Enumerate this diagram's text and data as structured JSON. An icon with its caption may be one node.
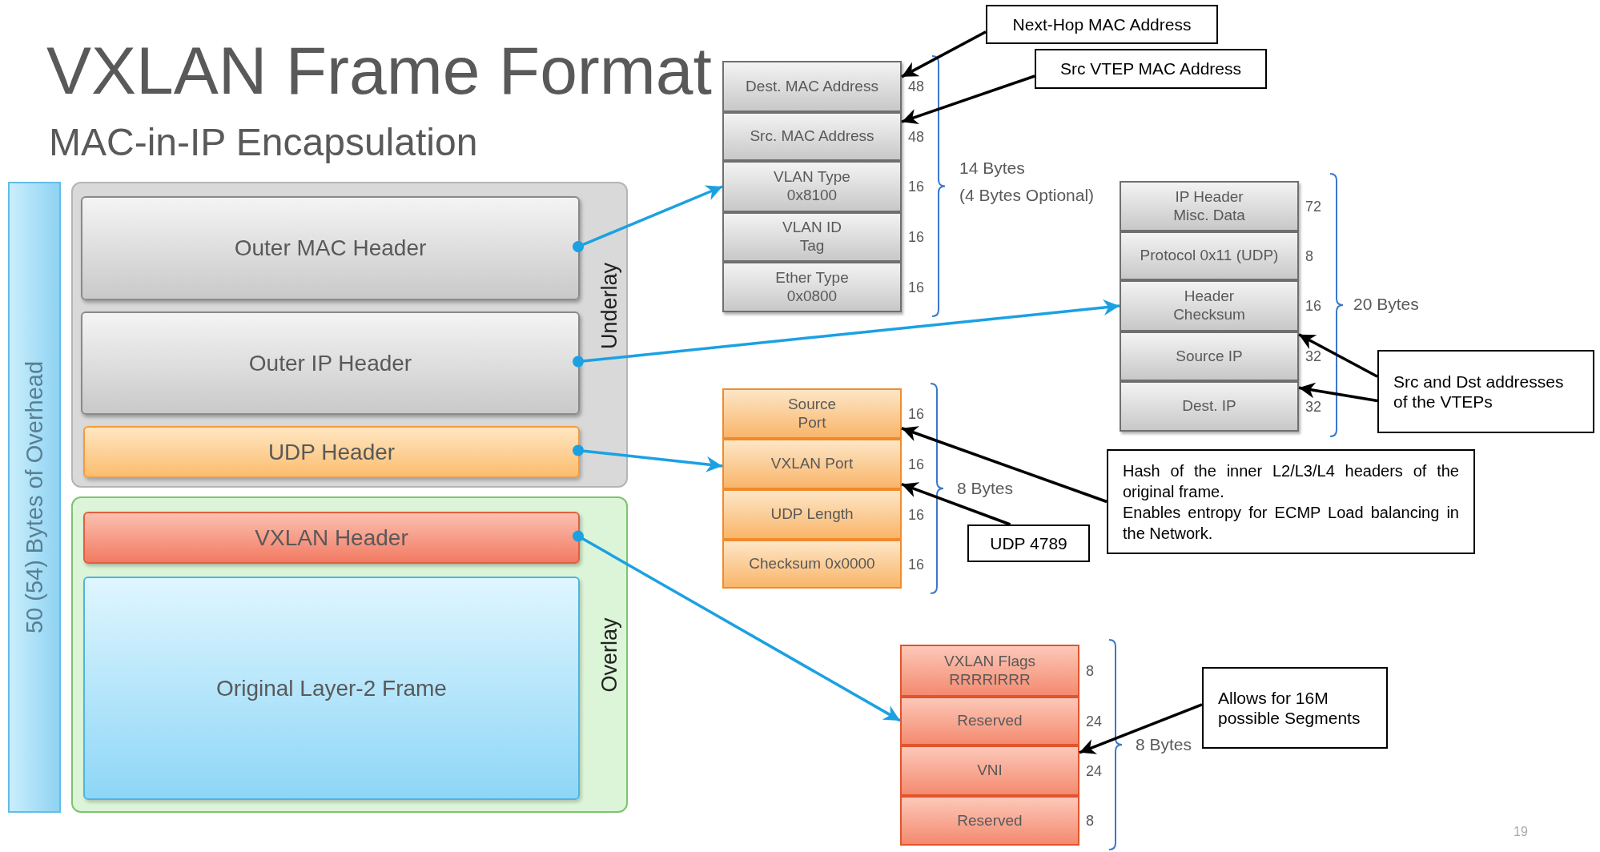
{
  "diagram": {
    "title": "VXLAN Frame Format",
    "nodes": [
      {
        "text": [
          "50 (54) Bytes of Overhead"
        ]
      },
      {
        "text": [
          "Underlay"
        ]
      },
      {
        "text": [
          "Outer MAC Header"
        ],
        "in": 1
      },
      {
        "text": [
          "Outer IP Header"
        ],
        "in": 1
      },
      {
        "text": [
          "UDP Header"
        ],
        "in": 1
      },
      {
        "text": [
          "Overlay"
        ]
      },
      {
        "text": [
          "VXLAN Header"
        ],
        "in": 5
      },
      {
        "text": [
          "Original Layer-2 Frame"
        ],
        "in": 5
      },
      {
        "text": [
          "Dest. MAC Address"
        ],
        "beside": [
          "48"
        ]
      },
      {
        "text": [
          "Src. MAC Address"
        ],
        "beside": [
          "48"
        ]
      },
      {
        "text": [
          "VLAN Type 0x8100"
        ],
        "beside": [
          "16"
        ]
      },
      {
        "text": [
          "VLAN ID Tag"
        ],
        "beside": [
          "16"
        ]
      },
      {
        "text": [
          "Ether Type 0x0800"
        ],
        "beside": [
          "16"
        ]
      },
      {
        "text": [
          "IP Header Misc. Data"
        ],
        "beside": [
          "72"
        ]
      },
      {
        "text": [
          "Protocol 0x11 (UDP)"
        ],
        "beside": [
          "8"
        ]
      },
      {
        "text": [
          "Header Checksum"
        ],
        "beside": [
          "16"
        ]
      },
      {
        "text": [
          "Source IP"
        ],
        "beside": [
          "32"
        ]
      },
      {
        "text": [
          "Dest. IP"
        ],
        "beside": [
          "32"
        ]
      },
      {
        "text": [
          "Source Port"
        ],
        "beside": [
          "16"
        ]
      },
      {
        "text": [
          "VXLAN Port"
        ],
        "beside": [
          "16"
        ]
      },
      {
        "text": [
          "UDP Length"
        ],
        "beside": [
          "16"
        ]
      },
      {
        "text": [
          "Checksum 0x0000"
        ],
        "beside": [
          "16"
        ]
      },
      {
        "text": [
          "VXLAN Flags RRRRIRRR"
        ],
        "beside": [
          "8"
        ]
      },
      {
        "text": [
          "Reserved"
        ],
        "beside": [
          "24"
        ]
      },
      {
        "text": [
          "VNI"
        ],
        "beside": [
          "24"
        ]
      },
      {
        "text": [
          "Reserved"
        ],
        "beside": [
          "8"
        ]
      },
      {
        "text": [
          "Next-Hop MAC Address"
        ]
      },
      {
        "text": [
          "Src VTEP MAC Address"
        ]
      },
      {
        "text": [
          "Src and Dst addresses of the VTEPs"
        ]
      },
      {
        "text": [
          "Hash of the inner L2/L3/L4 headers of the original frame.",
          "Enables entropy for ECMP Load balancing in the Network."
        ]
      },
      {
        "text": [
          "UDP 4789"
        ]
      },
      {
        "text": [
          "Allows for 16M possible Segments"
        ]
      }
    ],
    "edges": [
      {
        "from": 2,
        "to": 10,
        "arrow": "to",
        "color": "#1ba1e2"
      },
      {
        "from": 3,
        "to": 15,
        "arrow": "to",
        "color": "#1ba1e2"
      },
      {
        "from": 4,
        "to": 19,
        "arrow": "to",
        "color": "#1ba1e2"
      },
      {
        "from": 6,
        "to": 23,
        "arrow": "to",
        "color": "#1ba1e2"
      },
      {
        "from": 26,
        "to": 8,
        "arrow": "to"
      },
      {
        "from": 27,
        "to": 9,
        "arrow": "to"
      },
      {
        "from": 28,
        "to": 16,
        "arrow": "to"
      },
      {
        "from": 28,
        "to": 17,
        "arrow": "to"
      },
      {
        "from": 29,
        "to": 18,
        "arrow": "to"
      },
      {
        "from": 30,
        "to": 19,
        "arrow": "to"
      },
      {
        "from": 31,
        "to": 24,
        "arrow": "to"
      }
    ],
    "labels": [
      "MAC-in-IP Encapsulation",
      "14 Bytes",
      "(4 Bytes Optional)",
      "20 Bytes",
      "8 Bytes",
      "8 Bytes",
      "19"
    ]
  }
}
